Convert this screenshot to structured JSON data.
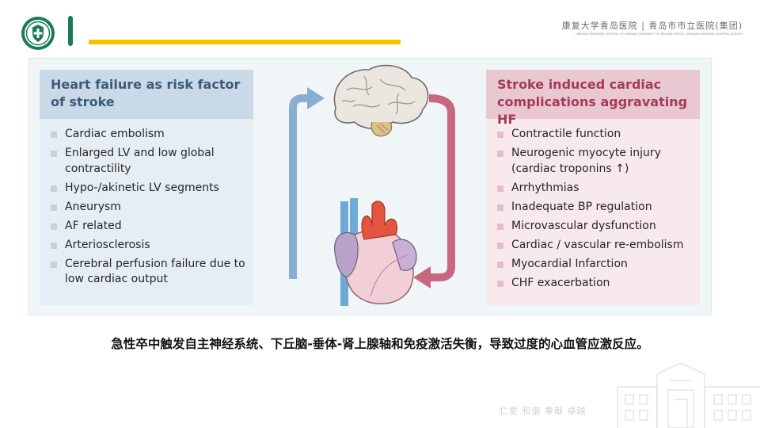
{
  "header": {
    "hospital_line1": "康复大学青岛医院 | 青岛市市立医院(集团)",
    "hospital_line2_left": "QINGDAO MUNICIPAL HOSPITAL OF QINGDAO UNIVERSITY OF REHABILITATION",
    "hospital_line2_right": "QINGDAO MUNICIPAL HOSPITAL (GROUP)"
  },
  "left_panel": {
    "title_line1": "Heart failure as risk factor",
    "title_line2": "of stroke",
    "items": [
      "Cardiac embolism",
      "Enlarged LV and low global contractility",
      "Hypo-/akinetic LV segments",
      "Aneurysm",
      "AF related",
      "Arteriosclerosis",
      "Cerebral perfusion failure due to low cardiac output"
    ]
  },
  "right_panel": {
    "title_line1": "Stroke induced cardiac",
    "title_line2": "complications aggravating HF",
    "items": [
      "Contractile function",
      "Neurogenic myocyte injury (cardiac troponins ↑)",
      "Arrhythmias",
      "Inadequate BP regulation",
      "Microvascular dysfunction",
      "Cardiac / vascular re-embolism",
      "Myocardial Infarction",
      "CHF exacerbation"
    ]
  },
  "caption": "急性卒中触发自主神经系统、下丘脑-垂体-肾上腺轴和免疫激活失衡，导致过度的心血管应激反应。",
  "footer": {
    "motto": "仁爱 和谐 奉献 卓越"
  },
  "colors": {
    "left_arrow": "#8aaed0",
    "right_arrow": "#c8657f",
    "accent_yellow": "#f5c400",
    "accent_green": "#1a7a5a"
  },
  "icons": [
    "brain-icon",
    "heart-icon",
    "hospital-logo-icon",
    "hospital-building-icon"
  ]
}
